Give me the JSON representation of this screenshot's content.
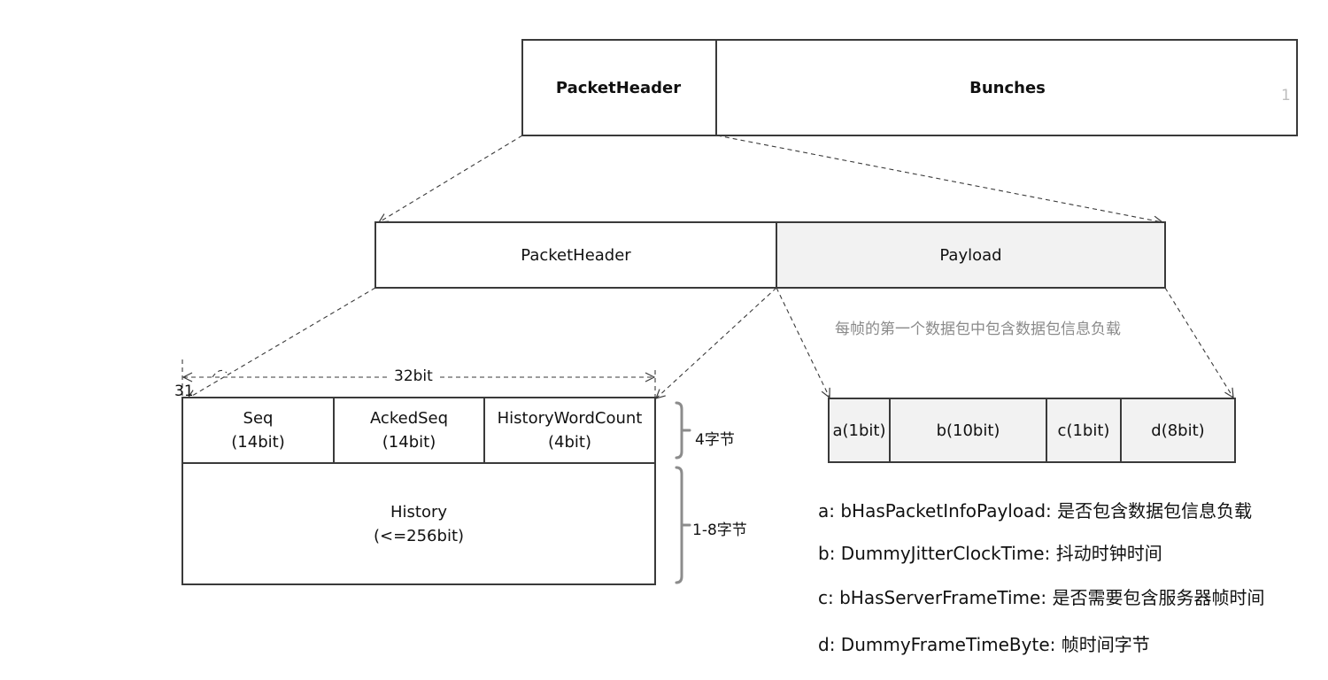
{
  "top_row": {
    "header_label": "PacketHeader",
    "bunches_label": "Bunches",
    "corner_number": "1"
  },
  "middle_row": {
    "header_label": "PacketHeader",
    "payload_label": "Payload",
    "payload_note": "每帧的第一个数据包中包含数据包信息负载"
  },
  "header_detail": {
    "width_label": "32bit",
    "bit_index": "31",
    "fields": [
      {
        "name": "Seq",
        "size": "(14bit)"
      },
      {
        "name": "AckedSeq",
        "size": "(14bit)"
      },
      {
        "name": "HistoryWordCount",
        "size": "(4bit)"
      }
    ],
    "history": {
      "name": "History",
      "size": "(<=256bit)"
    },
    "brace_fields": "4字节",
    "brace_history": "1-8字节"
  },
  "payload_detail": {
    "fields": [
      "a(1bit)",
      "b(10bit)",
      "c(1bit)",
      "d(8bit)"
    ],
    "legend": [
      "a: bHasPacketInfoPayload: 是否包含数据包信息负载",
      "b: DummyJitterClockTime: 抖动时钟时间",
      "c: bHasServerFrameTime: 是否需要包含服务器帧时间",
      "d: DummyFrameTimeByte: 帧时间字节"
    ]
  },
  "colors": {
    "line": "#3a3a3a",
    "payload_fill": "#f2f2f2",
    "brace": "#8c8c8c"
  }
}
